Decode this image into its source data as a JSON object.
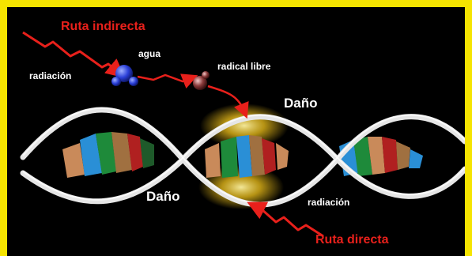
{
  "labels": {
    "ruta_indirecta": "Ruta indirecta",
    "radiacion_top": "radiación",
    "agua": "agua",
    "radical_libre": "radical libre",
    "dano_top": "Daño",
    "dano_bottom": "Daño",
    "radiacion_bottom": "radiación",
    "ruta_directa": "Ruta directa"
  },
  "colors": {
    "frame_border": "#f5e400",
    "background": "#000000",
    "radiation_bolt": "#e8201b",
    "water_molecule": "#2a3fd8",
    "free_radical": "#8a3a3a",
    "damage_glow": "#f2c31a",
    "helix_strand": "#e6e6e6"
  }
}
